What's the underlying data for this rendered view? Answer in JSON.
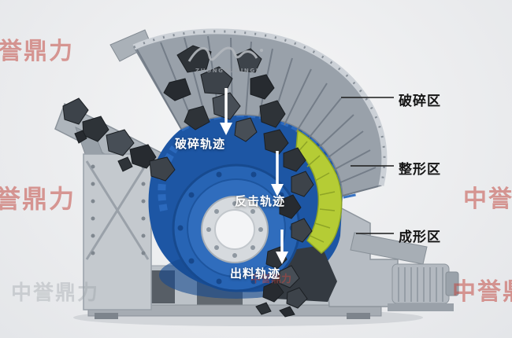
{
  "page": {
    "background": "#ebecee"
  },
  "diagram": {
    "machine": "impact-crusher-cutaway",
    "trajectories": [
      {
        "id": "crushing-trajectory",
        "label": "破碎轨迹"
      },
      {
        "id": "impact-trajectory",
        "label": "反击轨迹"
      },
      {
        "id": "discharge-trajectory",
        "label": "出料轨迹"
      }
    ],
    "zones": [
      {
        "id": "crushing-zone",
        "label": "破碎区"
      },
      {
        "id": "shaping-zone",
        "label": "整形区"
      },
      {
        "id": "forming-zone",
        "label": "成形区"
      }
    ],
    "watermarks": {
      "red_text": "中誉鼎力",
      "gray_text": "中誉鼎力",
      "latin_text": "ZHONGYUDINGLI"
    },
    "colors": {
      "arc_gray": "#99a1aa",
      "frame_gray": "#c4c9ce",
      "chamber_blue": "#1d56a4",
      "rotor_blue": "#2764b4",
      "liner_green": "#b5cc35",
      "rock_dark": "#31363c",
      "arrow_white": "#ffffff",
      "label_black": "#141414",
      "watermark_red": "#c2463e"
    }
  }
}
